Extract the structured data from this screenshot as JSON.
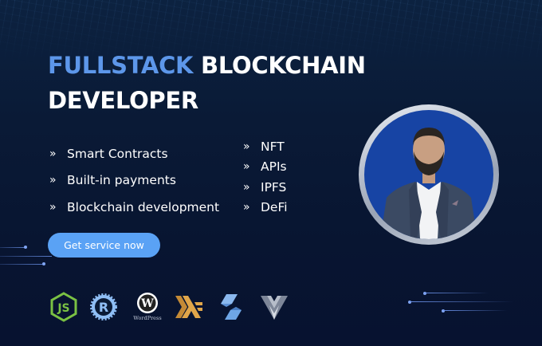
{
  "headline": {
    "accent": "FULLSTACK",
    "rest_line1": " BLOCKCHAIN",
    "line2": "DEVELOPER",
    "accent_color": "#5d97ea"
  },
  "features_left": [
    {
      "icon": "double-chevron-right",
      "label": "Smart Contracts"
    },
    {
      "icon": "double-chevron-right",
      "label": "Built-in payments"
    },
    {
      "icon": "double-chevron-right",
      "label": "Blockchain development"
    }
  ],
  "features_right": [
    {
      "icon": "double-chevron-right",
      "label": "NFT"
    },
    {
      "icon": "double-chevron-right",
      "label": "APIs"
    },
    {
      "icon": "double-chevron-right",
      "label": "IPFS"
    },
    {
      "icon": "double-chevron-right",
      "label": "DeFi"
    }
  ],
  "chevron_glyph": "»",
  "cta": {
    "label": "Get service now",
    "color": "#5aa2f5"
  },
  "profile": {
    "ring_color": "#c8cfda",
    "bg_color": "#1744a4"
  },
  "tech_logos": [
    {
      "name": "nodejs-icon",
      "text": "JS",
      "color": "#7ac143"
    },
    {
      "name": "rust-icon",
      "text": "R",
      "color": "#8fbef5"
    },
    {
      "name": "wordpress-icon",
      "text": "WordPress",
      "color": "#ffffff"
    },
    {
      "name": "haskell-icon",
      "color": "#e0a64a"
    },
    {
      "name": "solidity-icon",
      "color": "#6ea6e6"
    },
    {
      "name": "vyper-icon",
      "color": "#9aa3b2"
    }
  ]
}
